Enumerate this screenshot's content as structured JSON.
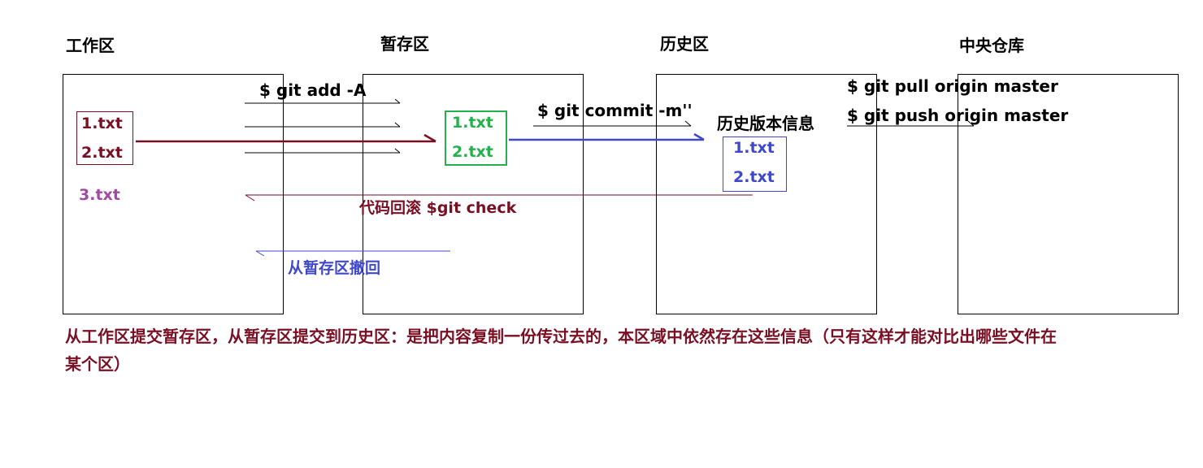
{
  "zones": {
    "work": {
      "title": "工作区"
    },
    "staging": {
      "title": "暂存区"
    },
    "history": {
      "title": "历史区"
    },
    "remote": {
      "title": "中央仓库"
    }
  },
  "work_files": [
    "1.txt",
    "2.txt"
  ],
  "work_extra_file": "3.txt",
  "staging_files": [
    "1.txt",
    "2.txt"
  ],
  "history_label": "历史版本信息",
  "history_files": [
    "1.txt",
    "2.txt"
  ],
  "commands": {
    "add": "$ git add -A",
    "commit": "$ git commit -m''",
    "pull": "$ git pull origin master",
    "push": "$ git push origin master",
    "rollback": "代码回滚  $git check",
    "unstage": "从暂存区撤回"
  },
  "caption": "从工作区提交暂存区，从暂存区提交到历史区：是把内容复制一份传过去的，本区域中依然存在这些信息（只有这样才能对比出哪些文件在某个区）",
  "colors": {
    "dark_red": "#7a0e23",
    "green": "#22b14c",
    "blue": "#3f48cc",
    "purple": "#a349a4",
    "black": "#000000"
  }
}
